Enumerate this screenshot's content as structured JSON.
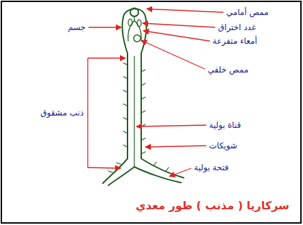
{
  "diagram": {
    "caption": "سركاريا ( مذنب ) طور معدي",
    "labels": [
      "ممص أمامي",
      "غدد اختراق",
      "أمعاء متفرعة",
      "ممص خلفي",
      "جسم",
      "ذنب مشقوق",
      "قناة بولية",
      "شويكات",
      "فتحة بولية"
    ]
  }
}
